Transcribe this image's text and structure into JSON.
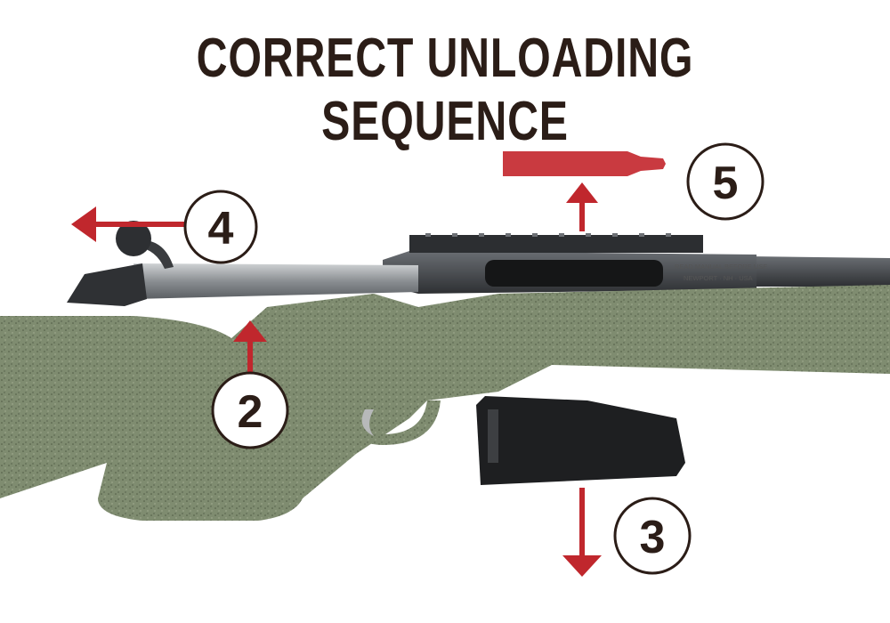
{
  "title": "CORRECT UNLOADING SEQUENCE",
  "steps": [
    {
      "number": "2",
      "label_icon": "arrow-up-icon"
    },
    {
      "number": "3",
      "label_icon": "arrow-down-icon"
    },
    {
      "number": "4",
      "label_icon": "arrow-left-icon"
    },
    {
      "number": "5",
      "label_icon": "arrow-up-icon"
    }
  ],
  "receiver_engraving": {
    "line1": "READ MANUAL BEFORE USE",
    "line2": "NEWPORT · NH · USA"
  },
  "colors": {
    "arrow": "#c0272d",
    "title": "#2b1d17",
    "stock": "#7f8c70",
    "metal": "#4a4d52"
  }
}
